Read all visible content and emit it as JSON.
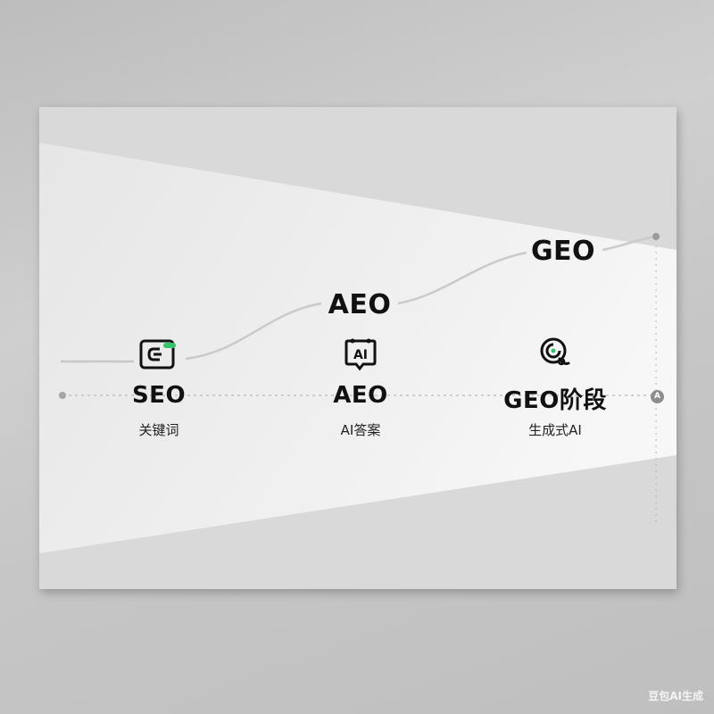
{
  "stages": [
    {
      "name": "SEO",
      "subtitle": "关键词",
      "icon": "search-box-icon"
    },
    {
      "name": "AEO",
      "subtitle": "AI答案",
      "icon": "ai-chat-icon"
    },
    {
      "name": "GEO阶段",
      "subtitle": "生成式AI",
      "icon": "generative-search-icon"
    }
  ],
  "curve_labels": [
    "AEO",
    "GEO"
  ],
  "badge_letter": "A",
  "accent_color": "#35c46a",
  "watermark": "豆包AI生成"
}
